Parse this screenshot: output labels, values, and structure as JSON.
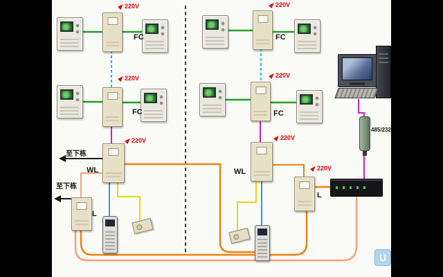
{
  "labels": {
    "power": "220V",
    "floor_controller": "FC",
    "wall_unit": "WL",
    "line_unit": "L",
    "to_next_building": "至下栋",
    "converter": "485/232",
    "logo": "U"
  },
  "colors": {
    "wire_green": "#1fa31f",
    "wire_magenta": "#c820c8",
    "wire_cyan": "#22b8d8",
    "wire_blue": "#2a9ad8",
    "wire_yellow": "#e0da12",
    "wire_orange": "#f08010",
    "wire_salmon": "#f8a078",
    "wire_black": "#1a1a1a",
    "separator": "#3a3a3a",
    "power_red": "#e00000"
  }
}
